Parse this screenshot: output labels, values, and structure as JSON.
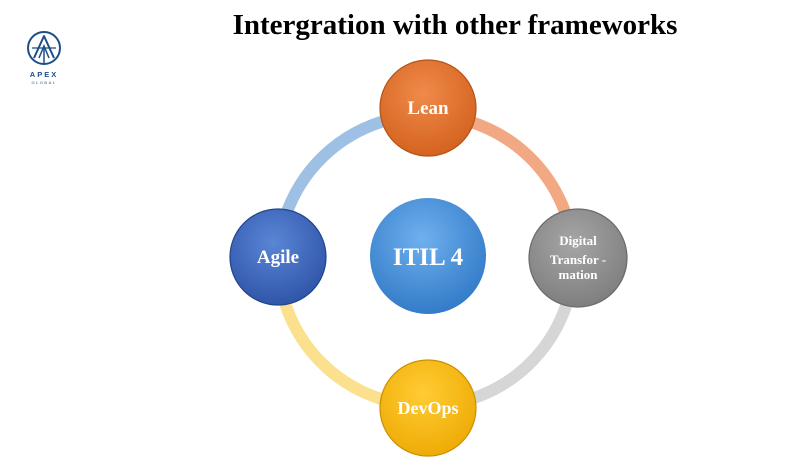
{
  "slide": {
    "title": "Intergration with other frameworks"
  },
  "logo": {
    "name": "APEX",
    "subtitle": "GLOBAL"
  },
  "diagram": {
    "center": {
      "label": "ITIL 4",
      "color": "#3f88d4"
    },
    "nodes": [
      {
        "id": "lean",
        "lines": [
          "Lean"
        ],
        "color": "#e0702c"
      },
      {
        "id": "digital",
        "lines": [
          "Digital",
          "Transfor -",
          "mation"
        ],
        "color": "#8e8e8e"
      },
      {
        "id": "devops",
        "lines": [
          "DevOps"
        ],
        "color": "#f2b705"
      },
      {
        "id": "agile",
        "lines": [
          "Agile"
        ],
        "color": "#3a62b8"
      }
    ],
    "arc_colors": [
      "#f2a883",
      "#d6d6d6",
      "#fbe08e",
      "#9dc0e4"
    ]
  }
}
